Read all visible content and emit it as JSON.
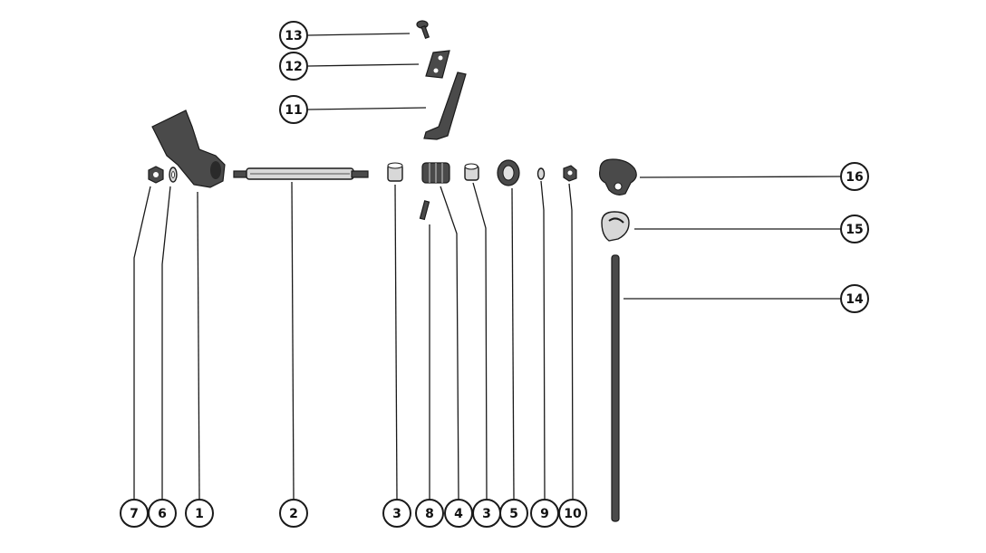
{
  "diagram": {
    "callouts": [
      {
        "id": "c13",
        "label": "13"
      },
      {
        "id": "c12",
        "label": "12"
      },
      {
        "id": "c11",
        "label": "11"
      },
      {
        "id": "c16",
        "label": "16"
      },
      {
        "id": "c15",
        "label": "15"
      },
      {
        "id": "c14",
        "label": "14"
      },
      {
        "id": "c7",
        "label": "7"
      },
      {
        "id": "c6",
        "label": "6"
      },
      {
        "id": "c1",
        "label": "1"
      },
      {
        "id": "c2",
        "label": "2"
      },
      {
        "id": "c3a",
        "label": "3"
      },
      {
        "id": "c8",
        "label": "8"
      },
      {
        "id": "c4",
        "label": "4"
      },
      {
        "id": "c3b",
        "label": "3"
      },
      {
        "id": "c5",
        "label": "5"
      },
      {
        "id": "c9",
        "label": "9"
      },
      {
        "id": "c10",
        "label": "10"
      }
    ]
  }
}
